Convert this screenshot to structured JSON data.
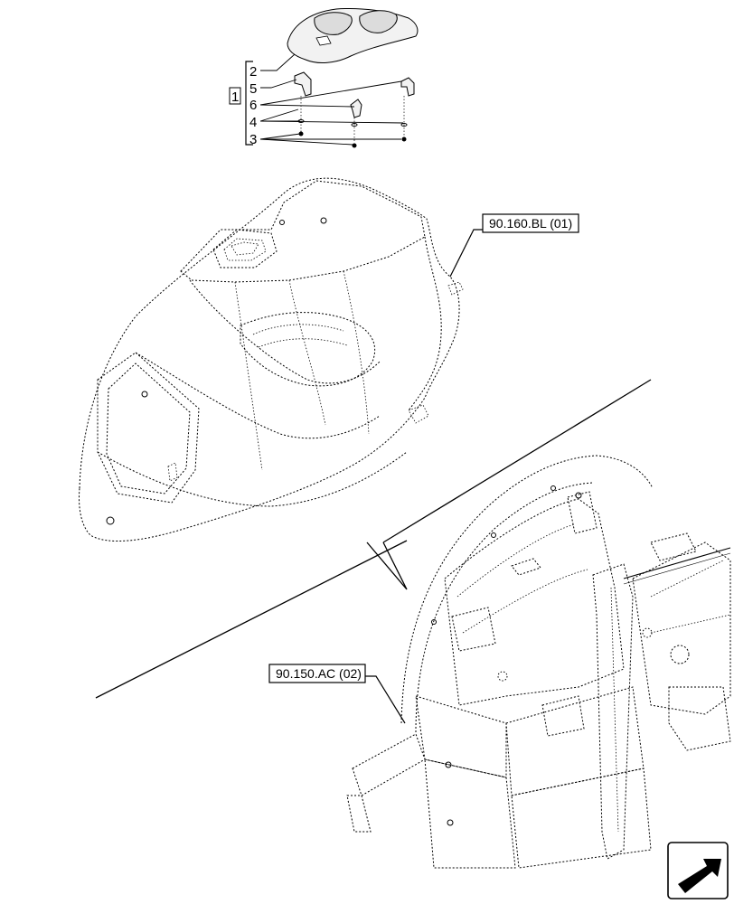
{
  "callouts": {
    "kit": "1",
    "part_2": "2",
    "part_5": "5",
    "part_6": "6",
    "part_4": "4",
    "part_3": "3"
  },
  "references": {
    "upper": "90.160.BL (01)",
    "lower": "90.150.AC (02)"
  },
  "icons": {
    "nav": "next-page-arrow-icon"
  }
}
